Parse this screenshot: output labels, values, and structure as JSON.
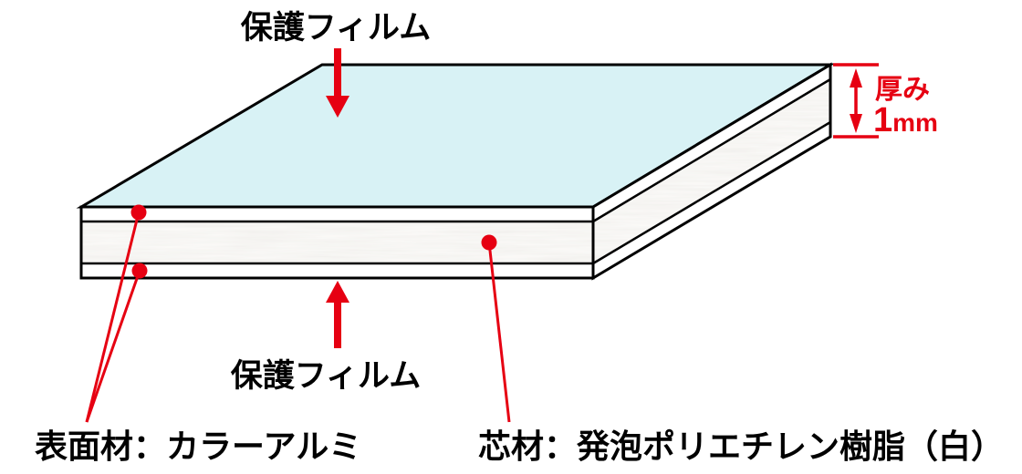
{
  "diagram": {
    "labels": {
      "top_film": "保護フィルム",
      "bottom_film": "保護フィルム",
      "surface_material": "表面材：カラーアルミ",
      "core_material": "芯材：発泡ポリエチレン樹脂（白）",
      "thickness_label": "厚み",
      "thickness_value": "1",
      "thickness_unit": "mm"
    },
    "thickness": "1mm",
    "colors": {
      "background": "#ffffff",
      "top_face_cyan": "#d8f2f5",
      "skin_white": "#ffffff",
      "core_texture_base": "#f1efec",
      "outline_black": "#000000",
      "annotation_red": "#e60012",
      "text_black": "#000000"
    }
  }
}
